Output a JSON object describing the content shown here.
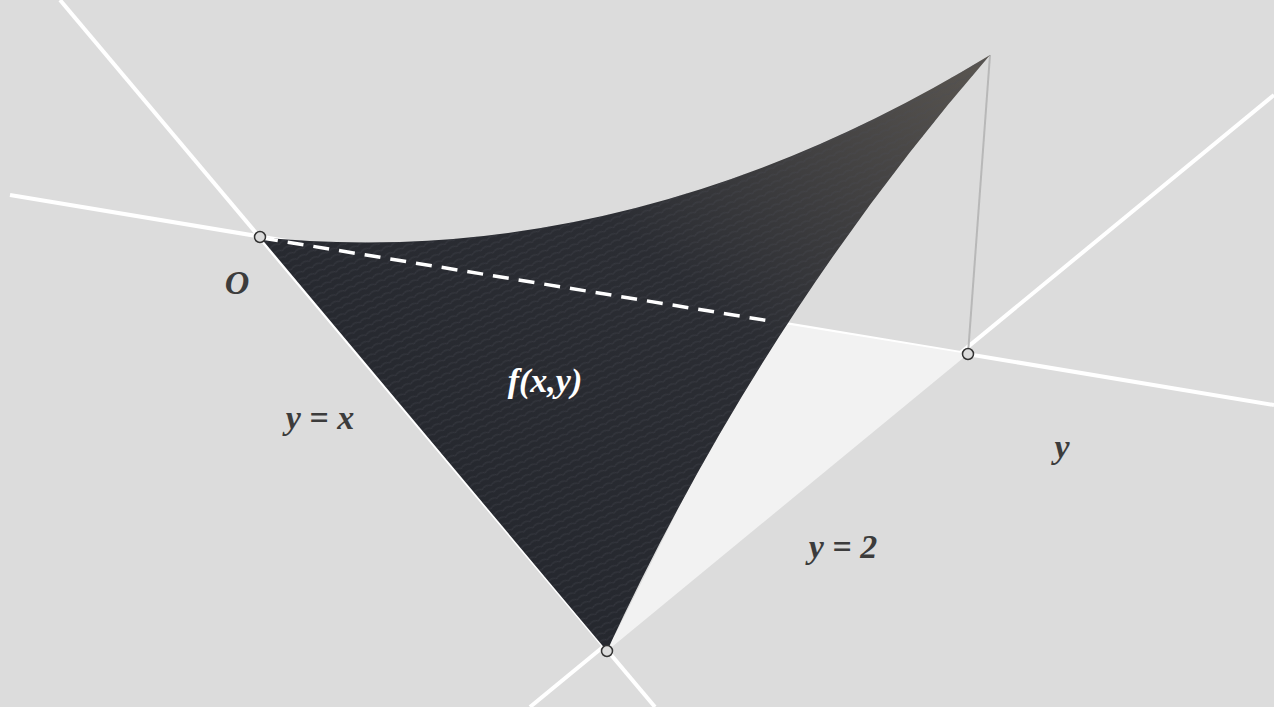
{
  "diagram": {
    "labels": [
      "O",
      "y = x",
      "f(x,y)",
      "y",
      "y = 2"
    ]
  }
}
